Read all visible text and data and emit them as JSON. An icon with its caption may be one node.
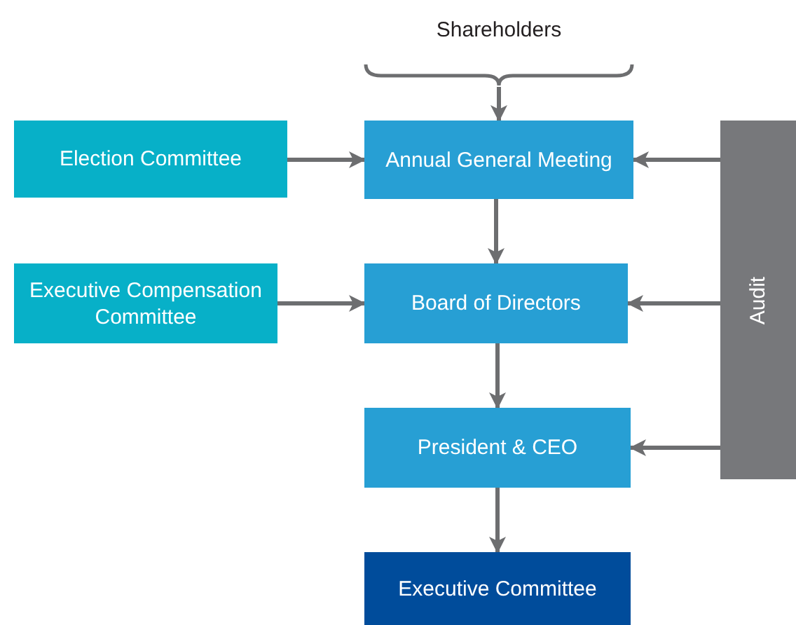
{
  "diagram": {
    "nodes": [
      {
        "text": [
          "Shareholders"
        ]
      },
      {
        "text": [
          "Election Committee"
        ]
      },
      {
        "text": [
          "Annual General Meeting"
        ]
      },
      {
        "text": [
          "Executive Compensation Committee"
        ]
      },
      {
        "text": [
          "Board of Directors"
        ]
      },
      {
        "text": [
          "President & CEO"
        ]
      },
      {
        "text": [
          "Executive Committee"
        ]
      },
      {
        "text": [
          "Audit"
        ]
      }
    ],
    "edges": [
      {
        "from": 0,
        "to": 2,
        "arrow": "to"
      },
      {
        "from": 1,
        "to": 2,
        "arrow": "to"
      },
      {
        "from": 7,
        "to": 2,
        "arrow": "to"
      },
      {
        "from": 2,
        "to": 4,
        "arrow": "to"
      },
      {
        "from": 3,
        "to": 4,
        "arrow": "to"
      },
      {
        "from": 7,
        "to": 4,
        "arrow": "to"
      },
      {
        "from": 4,
        "to": 5,
        "arrow": "to"
      },
      {
        "from": 7,
        "to": 5,
        "arrow": "to"
      },
      {
        "from": 5,
        "to": 6,
        "arrow": "to"
      }
    ]
  }
}
